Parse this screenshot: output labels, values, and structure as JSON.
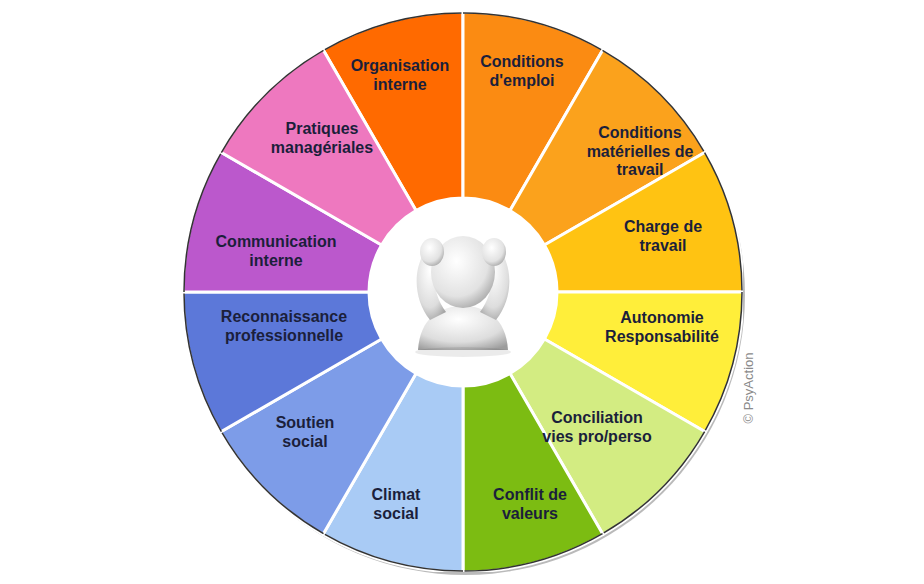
{
  "diagram": {
    "nodes": [
      {
        "text": [
          "Organisation interne"
        ]
      },
      {
        "text": [
          "Conditions d'emploi"
        ]
      },
      {
        "text": [
          "Conditions matérielles de travail"
        ]
      },
      {
        "text": [
          "Charge de travail"
        ]
      },
      {
        "text": [
          "Autonomie Responsabilité"
        ]
      },
      {
        "text": [
          "Conciliation vies pro/perso"
        ]
      },
      {
        "text": [
          "Conflit de valeurs"
        ]
      },
      {
        "text": [
          "Climat social"
        ]
      },
      {
        "text": [
          "Soutien social"
        ]
      },
      {
        "text": [
          "Reconnaissance professionnelle"
        ]
      },
      {
        "text": [
          "Communication interne"
        ]
      },
      {
        "text": [
          "Pratiques managériales"
        ]
      }
    ],
    "labels": [
      "© PsyAction"
    ]
  }
}
